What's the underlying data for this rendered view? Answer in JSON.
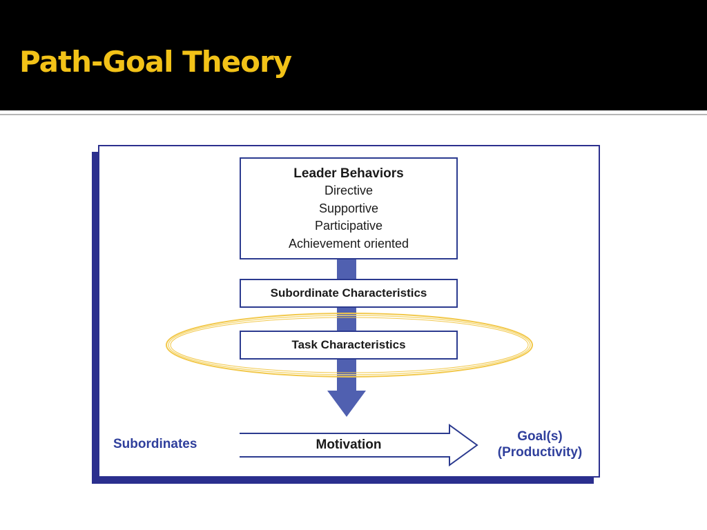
{
  "slide": {
    "title": "Path-Goal Theory"
  },
  "diagram": {
    "leader_behaviors": {
      "heading": "Leader Behaviors",
      "items": [
        "Directive",
        "Supportive",
        "Participative",
        "Achievement oriented"
      ]
    },
    "subordinate_characteristics": "Subordinate Characteristics",
    "task_characteristics": "Task Characteristics",
    "subordinates": "Subordinates",
    "motivation": "Motivation",
    "goal_line1": "Goal(s)",
    "goal_line2": "(Productivity)"
  },
  "colors": {
    "header_background": "#000000",
    "title_color": "#f2c218",
    "diagram_navy": "#2b2f8e",
    "arrow_blue": "#5060b0",
    "highlight_gold": "#f2c84b",
    "label_blue": "#2f3f9c"
  }
}
